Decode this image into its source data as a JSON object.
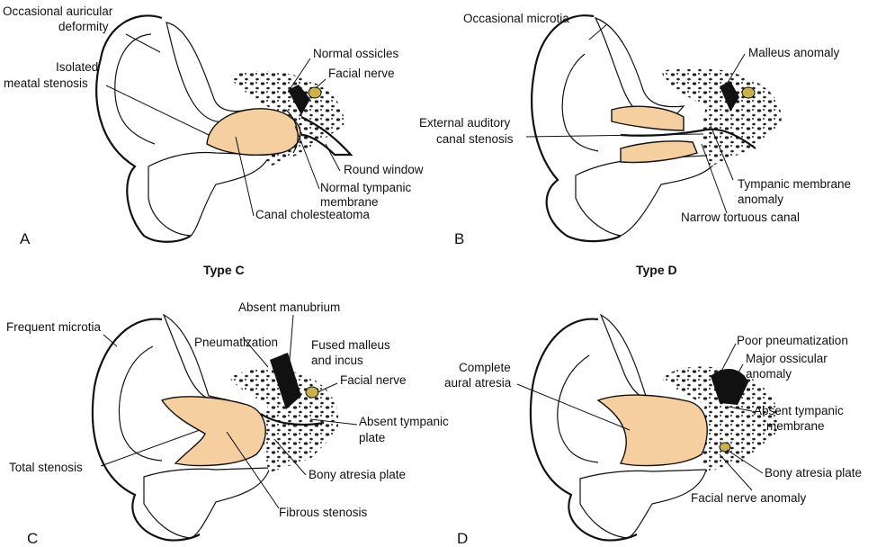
{
  "panels": {
    "a": {
      "letter": "A",
      "labels": {
        "auricular": [
          "Occasional auricular",
          "deformity"
        ],
        "meatal": [
          "Isolated",
          "meatal stenosis"
        ],
        "ossicles": "Normal ossicles",
        "facial": "Facial nerve",
        "round": "Round window",
        "tympanic": [
          "Normal tympanic",
          "membrane"
        ],
        "cholesteatoma": "Canal cholesteatoma"
      }
    },
    "b": {
      "letter": "B",
      "labels": {
        "microtia": "Occasional microtia",
        "malleus": "Malleus anomaly",
        "canal_stenosis": [
          "External auditory",
          "canal stenosis"
        ],
        "tympanic": [
          "Tympanic membrane",
          "anomaly"
        ],
        "narrow": "Narrow tortuous canal"
      }
    },
    "c": {
      "letter": "C",
      "heading": "Type C",
      "labels": {
        "microtia": "Frequent microtia",
        "manubrium": "Absent manubrium",
        "pneumatization": "Pneumatization",
        "fused": [
          "Fused malleus",
          "and incus"
        ],
        "facial": "Facial nerve",
        "plate": [
          "Absent tympanic",
          "plate"
        ],
        "total": "Total stenosis",
        "bony": "Bony atresia plate",
        "fibrous": "Fibrous stenosis"
      }
    },
    "d": {
      "letter": "D",
      "heading": "Type D",
      "labels": {
        "poor": "Poor pneumatization",
        "major": [
          "Major ossicular",
          "anomaly"
        ],
        "atresia": [
          "Complete",
          "aural atresia"
        ],
        "membrane": [
          "Absent tympanic",
          "membrane"
        ],
        "bony": "Bony atresia plate",
        "facial": "Facial nerve anomaly"
      }
    }
  },
  "colors": {
    "canal_fill": "#f6cfa0",
    "nerve_fill": "#c9b24a",
    "ink": "#111111"
  }
}
